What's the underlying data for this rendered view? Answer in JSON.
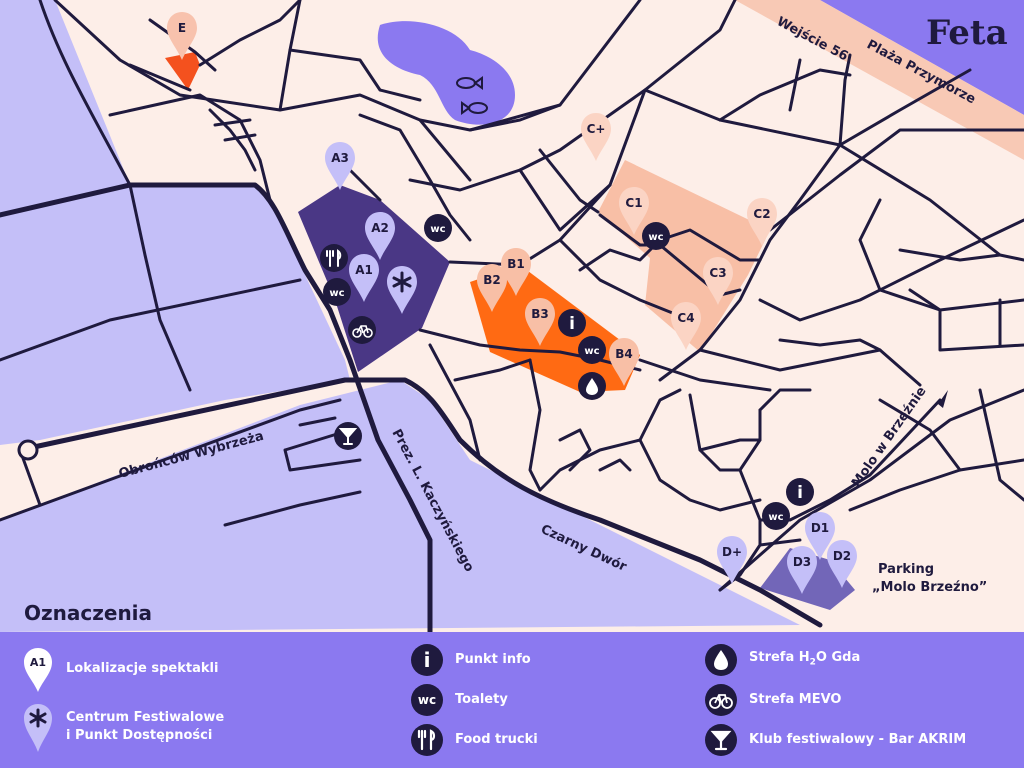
{
  "brand": "Feta",
  "streets": {
    "obroncow": "Obrońców Wybrzeża",
    "kaczynskiego": "Prez. L. Kaczyńskiego",
    "czarny_dwor": "Czarny Dwór",
    "molo": "Molo w Brzeźnie",
    "wejscie": "Wejście 56",
    "plaza": "Plaża Przymorze"
  },
  "parking": {
    "line1": "Parking",
    "line2": "„Molo Brzeźno”"
  },
  "pins": {
    "e": "E",
    "a1": "A1",
    "a2": "A2",
    "a3": "A3",
    "b1": "B1",
    "b2": "B2",
    "b3": "B3",
    "b4": "B4",
    "cplus": "C+",
    "c1": "C1",
    "c2": "C2",
    "c3": "C3",
    "c4": "C4",
    "dplus": "D+",
    "d1": "D1",
    "d2": "D2",
    "d3": "D3"
  },
  "icons": {
    "wc": "wc",
    "info": "i"
  },
  "legend": {
    "title": "Oznaczenia",
    "sample_pin": "A1",
    "lokalizacje": "Lokalizacje spektakli",
    "centrum_line1": "Centrum Festiwalowe",
    "centrum_line2": "i Punkt Dostępności",
    "info": "Punkt info",
    "toalety": "Toalety",
    "food": "Food trucki",
    "h2o_pre": "Strefa H",
    "h2o_sub": "2",
    "h2o_post": "O Gda",
    "mevo": "Strefa MEVO",
    "klub": "Klub festiwalowy - Bar AKRIM"
  },
  "colors": {
    "background": "#fdeee8",
    "water": "#c4bff8",
    "dark_purple": "#4a3785",
    "orange": "#ff6a13",
    "peach": "#f8bfa6",
    "red": "#f4511e",
    "legend_bg": "#8b79f0",
    "road": "#1f1a3e"
  }
}
